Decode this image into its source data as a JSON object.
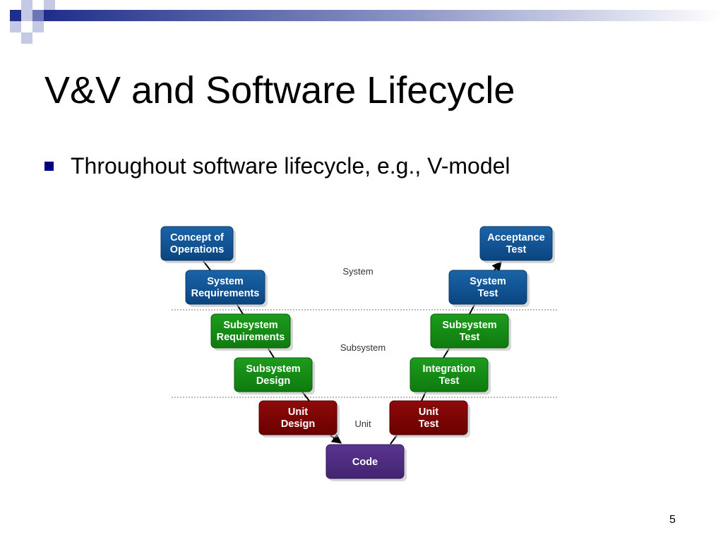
{
  "slide": {
    "title": "V&V and Software Lifecycle",
    "bullet": "Throughout software lifecycle, e.g., V-model",
    "page_number": "5"
  },
  "diagram": {
    "levels": {
      "system": "System",
      "subsystem": "Subsystem",
      "unit": "Unit"
    },
    "boxes": {
      "concept": [
        "Concept of",
        "Operations"
      ],
      "sys_req": [
        "System",
        "Requirements"
      ],
      "subsys_req": [
        "Subsystem",
        "Requirements"
      ],
      "subsys_design": [
        "Subsystem",
        "Design"
      ],
      "unit_design": [
        "Unit",
        "Design"
      ],
      "code": [
        "Code"
      ],
      "unit_test": [
        "Unit",
        "Test"
      ],
      "integration_test": [
        "Integration",
        "Test"
      ],
      "subsys_test": [
        "Subsystem",
        "Test"
      ],
      "sys_test": [
        "System",
        "Test"
      ],
      "acceptance": [
        "Acceptance",
        "Test"
      ]
    },
    "colors": {
      "system_level": "#0d4f8b",
      "subsystem_level": "#138a13",
      "unit_level": "#7a0000",
      "code": "#4c2a80",
      "header_bar": "#1f2e8a",
      "bullet": "#000080"
    }
  }
}
